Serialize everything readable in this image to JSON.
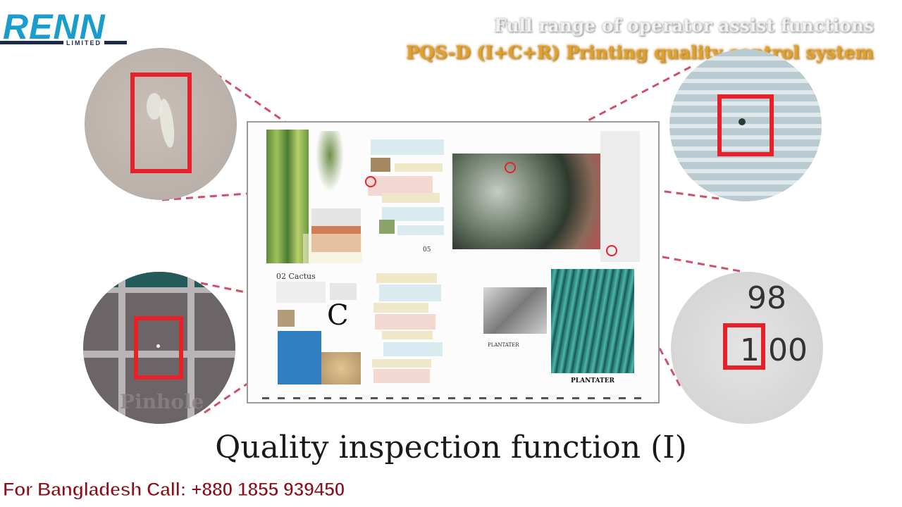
{
  "logo": {
    "name": "RENN",
    "subtitle": "LIMITED"
  },
  "heading_line1": "Full range of operator assist functions",
  "heading_line2": "PQS-D (I+C+R) Printing quality control system",
  "title": "Quality inspection function (I)",
  "contact": "For Bangladesh Call: +880 1855 939450",
  "zoom_labels": {
    "pinhole": "Pinhole",
    "number_top": "98",
    "number_bottom_a": "1",
    "number_bottom_b": "00"
  },
  "sheet_text": {
    "section_label": "02 Cactus",
    "brand_a": "PLANTATER",
    "brand_b": "PLANTATER",
    "page_num": "05"
  },
  "colors": {
    "brand_blue": "#1a9ccc",
    "brand_navy": "#1b2a4a",
    "marker_red": "#e8202a",
    "leader_line": "#d0506a",
    "heading_gold": "#e0a030",
    "contact_text": "#8a0f1a"
  }
}
